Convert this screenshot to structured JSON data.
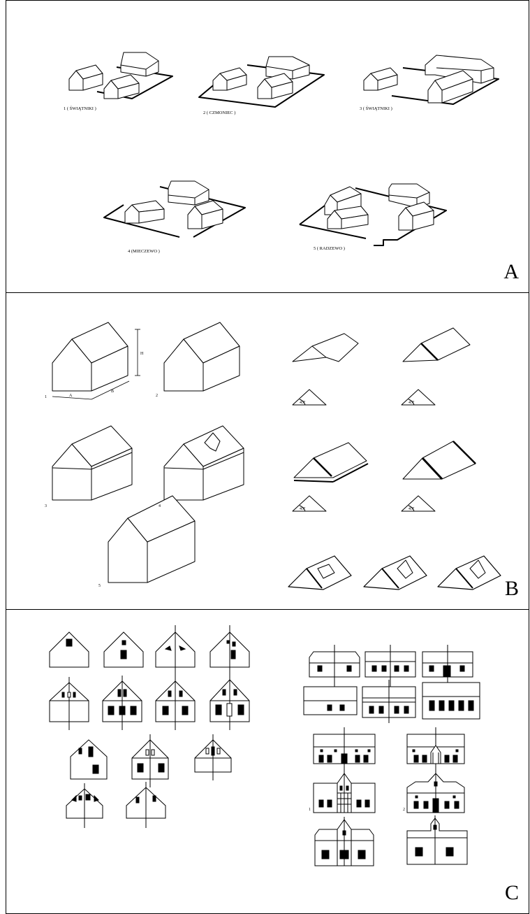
{
  "panels": {
    "a": {
      "letter": "A",
      "settlements": [
        {
          "label": "1 ( ŚWIĄTNIKI )"
        },
        {
          "label": "2 ( CZMONIEC )"
        },
        {
          "label": "3 ( ŚWIĄTNIKI )"
        },
        {
          "label": "4 (MIECZEWO )"
        },
        {
          "label": "5 ( RADZEWO )"
        }
      ]
    },
    "b": {
      "letter": "B",
      "house_numbers": [
        "1",
        "2",
        "3",
        "4",
        "5"
      ],
      "dimension_labels": [
        "A",
        "B",
        "H"
      ],
      "angle_label": "45°"
    },
    "c": {
      "letter": "C",
      "elevation_numbers": [
        "1",
        "2"
      ]
    }
  }
}
